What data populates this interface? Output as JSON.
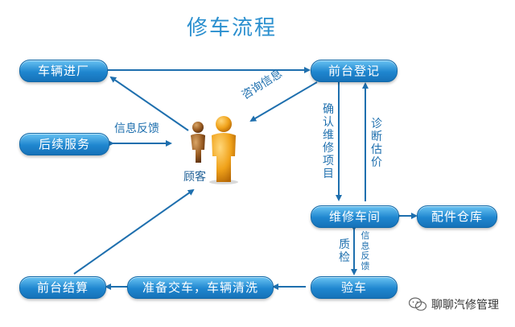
{
  "title": "修车流程",
  "nodes": {
    "vehicle_entry": "车辆进厂",
    "front_desk_register": "前台登记",
    "after_service": "后续服务",
    "repair_shop": "维修车间",
    "parts_warehouse": "配件仓库",
    "front_desk_settlement": "前台结算",
    "prepare_delivery": "准备交车，车辆清洗",
    "inspection": "验车"
  },
  "edge_labels": {
    "inquiry_info": "咨询信息",
    "feedback_left": "信息反馈",
    "confirm_items": "确认维修项目",
    "diagnosis": "诊断估价",
    "quality_check": "质检",
    "feedback_bottom": "信息反馈"
  },
  "customer_label": "顾客",
  "watermark": "聊聊汽修管理",
  "colors": {
    "node_fill": "#1f86cf",
    "arrow": "#1e6fae",
    "title": "#2a8fcf",
    "figure": "#f0a21a"
  }
}
